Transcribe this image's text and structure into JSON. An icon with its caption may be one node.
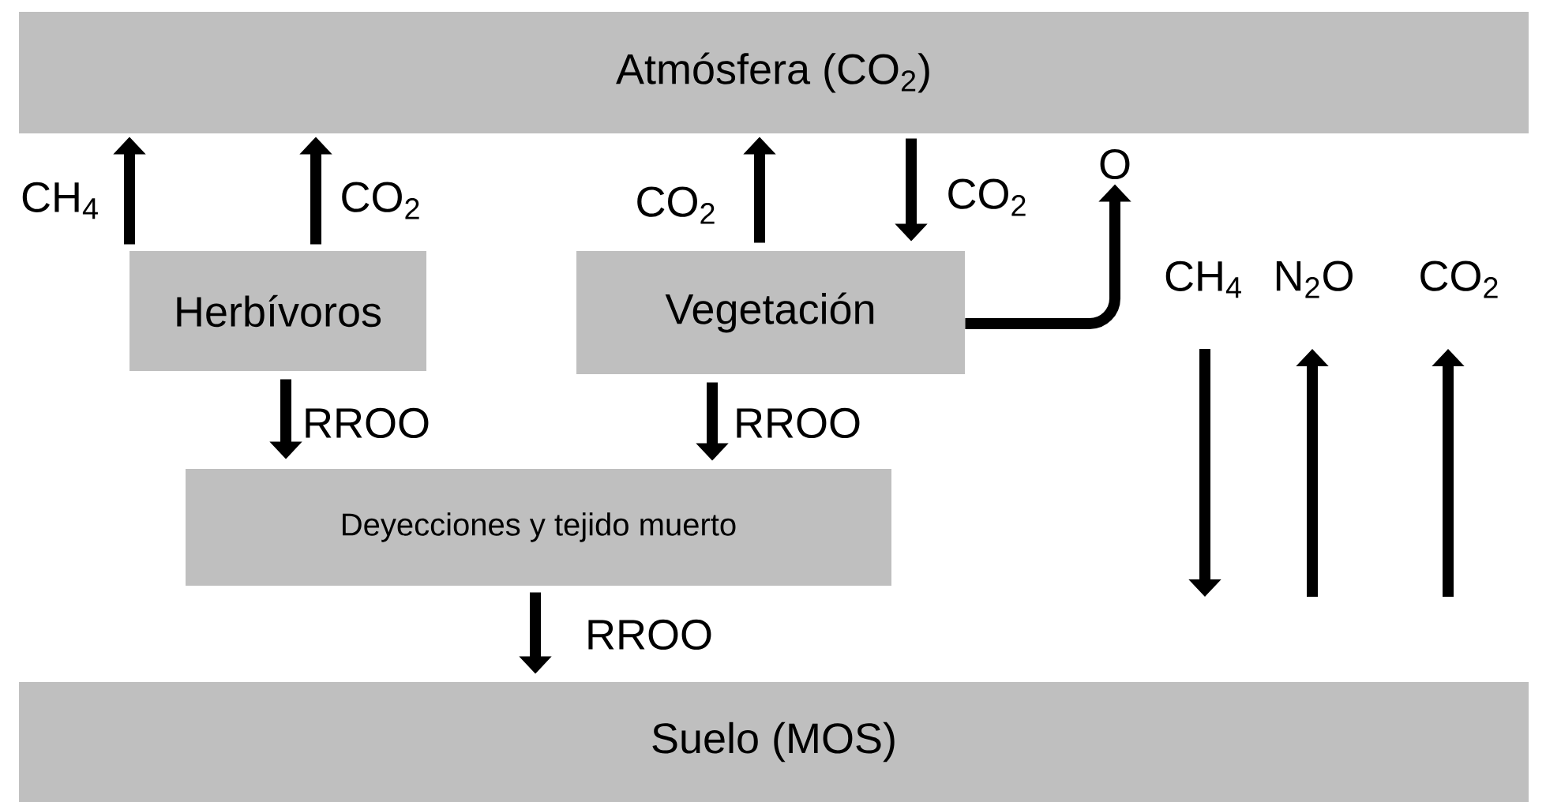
{
  "diagram": {
    "nodes": [
      {
        "text": [
          "Atmósfera (CO$_{2}$)"
        ]
      },
      {
        "text": [
          "Herbívoros"
        ]
      },
      {
        "text": [
          "Vegetación"
        ]
      },
      {
        "text": [
          "Deyecciones y tejido muerto"
        ]
      },
      {
        "text": [
          "Suelo (MOS)"
        ]
      },
      {
        "text": [
          "O"
        ]
      }
    ],
    "edges": [
      {
        "from": 1,
        "to": 0,
        "arrow": "to",
        "label": "CH$_{4}$"
      },
      {
        "from": 1,
        "to": 0,
        "arrow": "to",
        "label": "CO$_{2}$"
      },
      {
        "from": 2,
        "to": 0,
        "arrow": "to",
        "label": "CO$_{2}$"
      },
      {
        "from": 0,
        "to": 2,
        "arrow": "to",
        "label": "CO$_{2}$"
      },
      {
        "from": 1,
        "to": 3,
        "arrow": "to",
        "label": "RROO"
      },
      {
        "from": 2,
        "to": 3,
        "arrow": "to",
        "label": "RROO"
      },
      {
        "from": 3,
        "to": 4,
        "arrow": "to",
        "label": "RROO"
      },
      {
        "from": 2,
        "to": 5,
        "arrow": "to"
      }
    ],
    "labels": [
      "CH$_{4}$",
      "N$_{2}$O",
      "CO$_{2}$"
    ]
  }
}
